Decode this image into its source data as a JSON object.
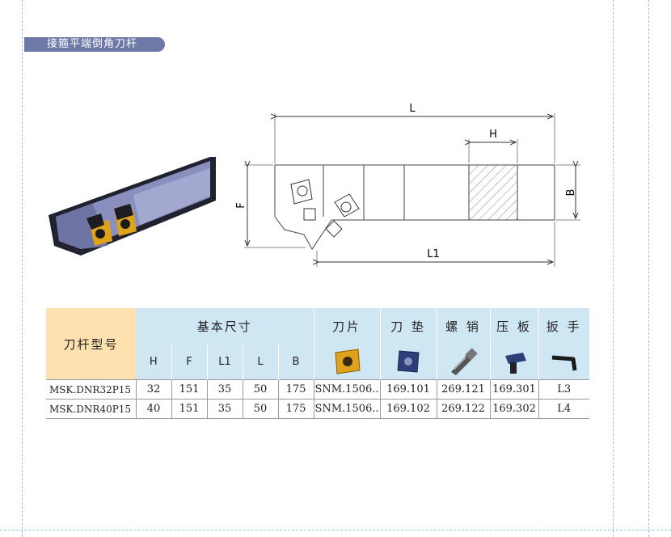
{
  "title": "接箍平端倒角刀杆",
  "drawing_labels": {
    "L": "L",
    "H": "H",
    "F": "F",
    "B": "B",
    "L1": "L1"
  },
  "table": {
    "model_header": "刀杆型号",
    "dim_header": "基本尺寸",
    "dim_columns": [
      "H",
      "F",
      "L1",
      "L",
      "B"
    ],
    "part_headers": [
      "刀片",
      "刀 垫",
      "螺 销",
      "压 板",
      "扳 手"
    ],
    "rows": [
      {
        "model": "MSK.DNR32P15",
        "H": "32",
        "F": "151",
        "L1": "35",
        "L": "50",
        "B": "175",
        "insert": "SNM.1506..",
        "shim": "169.101",
        "pin": "269.121",
        "clamp": "169.301",
        "wrench": "L3"
      },
      {
        "model": "MSK.DNR40P15",
        "H": "40",
        "F": "151",
        "L1": "35",
        "L": "50",
        "B": "175",
        "insert": "SNM.1506..",
        "shim": "169.102",
        "pin": "269.122",
        "clamp": "169.302",
        "wrench": "L4"
      }
    ]
  },
  "colors": {
    "tab": "#6f79a8",
    "model_header_bg": "#fde2b0",
    "header_bg": "#cfe7f3",
    "insert_gold": "#e0a21a",
    "shim_blue": "#2c3f78"
  },
  "icons": [
    "insert-icon",
    "shim-icon",
    "pin-icon",
    "clamp-icon",
    "wrench-icon"
  ]
}
